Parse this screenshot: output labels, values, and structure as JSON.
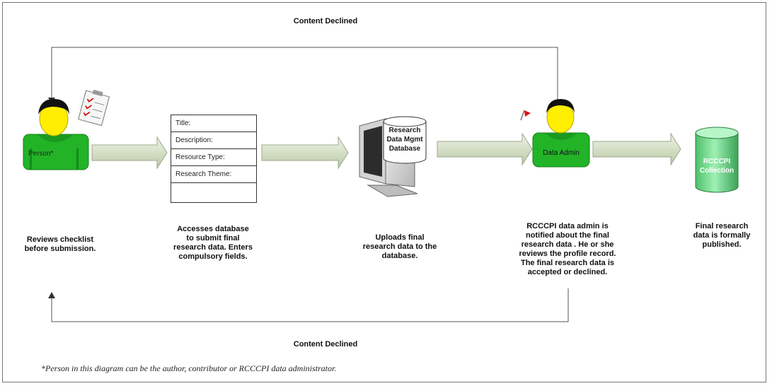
{
  "loop_labels": {
    "top": "Content Declined",
    "bottom": "Content Declined"
  },
  "nodes": {
    "person": {
      "label": "Person*"
    },
    "form": {
      "fields": [
        "Title:",
        "Description:",
        "Resource Type:",
        "Research Theme:",
        ""
      ]
    },
    "database": {
      "label_lines": [
        "Research",
        "Data Mgmt",
        "Database"
      ]
    },
    "admin": {
      "label": "Data Admin"
    },
    "collection": {
      "label_lines": [
        "RCCCPI",
        "Collection"
      ]
    }
  },
  "steps": {
    "step1": "Reviews checklist\nbefore submission.",
    "step2": "Accesses database\nto submit final\nresearch data. Enters\ncompulsory fields.",
    "step3": "Uploads final\nresearch data to the\ndatabase.",
    "step4": "RCCCPI data admin is\nnotified about the final\nresearch data . He or she\nreviews the profile record.\nThe final research data is\naccepted or declined.",
    "step5": "Final research\ndata is formally\npublished."
  },
  "footnote": "*Person in this diagram can be the author, contributor or RCCCPI data administrator.",
  "colors": {
    "person_green": "#22b327",
    "face_yellow": "#ffee00",
    "arrow_fill": "#dbe4cf",
    "cylinder_green": "#7fe09a",
    "line": "#555555"
  }
}
